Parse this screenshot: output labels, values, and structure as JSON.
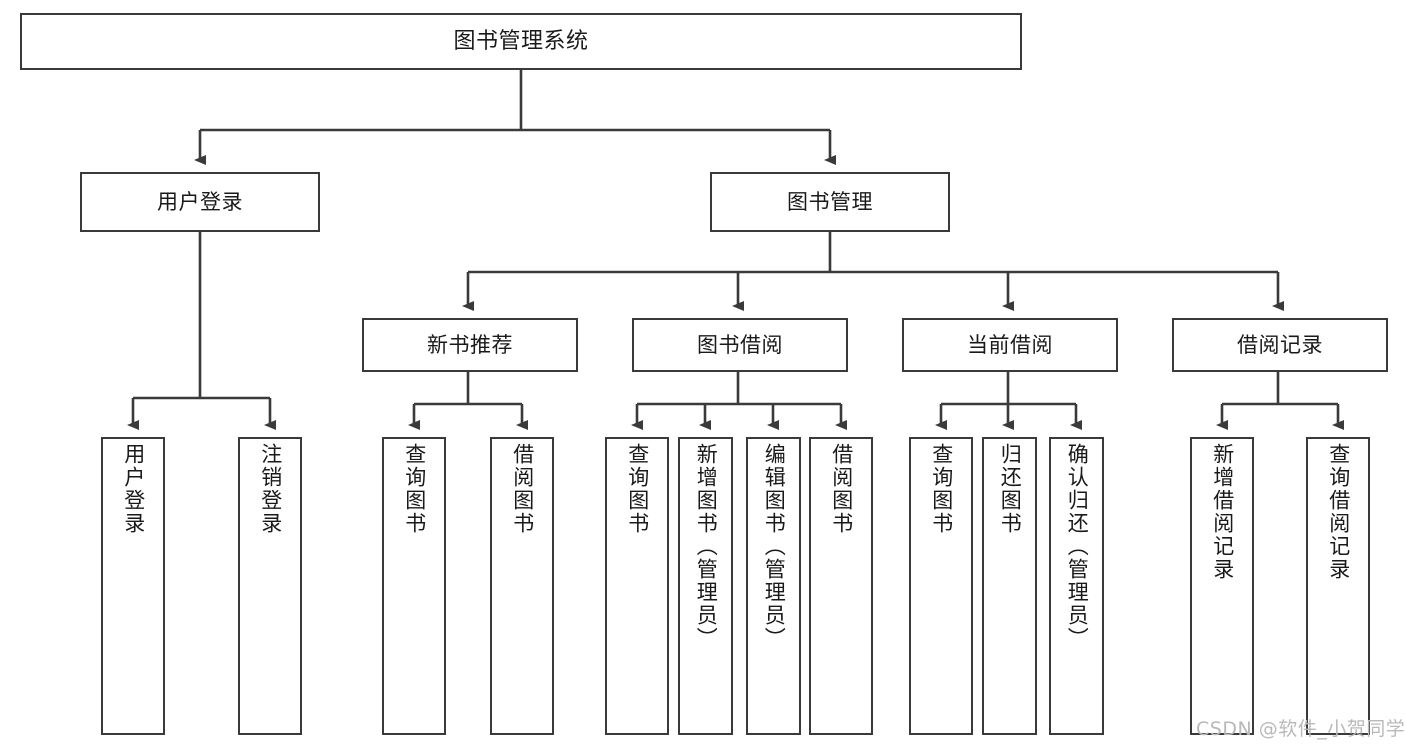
{
  "diagram": {
    "title": "图书管理系统",
    "root": {
      "label": "图书管理系统"
    },
    "level2": [
      {
        "label": "用户登录"
      },
      {
        "label": "图书管理"
      }
    ],
    "level3": [
      {
        "label": "新书推荐"
      },
      {
        "label": "图书借阅"
      },
      {
        "label": "当前借阅"
      },
      {
        "label": "借阅记录"
      }
    ],
    "leaves": [
      {
        "label": "用户登录",
        "parent": "用户登录"
      },
      {
        "label": "注销登录",
        "parent": "用户登录"
      },
      {
        "label": "查询图书",
        "parent": "新书推荐"
      },
      {
        "label": "借阅图书",
        "parent": "新书推荐"
      },
      {
        "label": "查询图书",
        "parent": "图书借阅"
      },
      {
        "label": "新增图书（管理员）",
        "parent": "图书借阅"
      },
      {
        "label": "编辑图书（管理员）",
        "parent": "图书借阅"
      },
      {
        "label": "借阅图书",
        "parent": "图书借阅"
      },
      {
        "label": "查询图书",
        "parent": "当前借阅"
      },
      {
        "label": "归还图书",
        "parent": "当前借阅"
      },
      {
        "label": "确认归还（管理员）",
        "parent": "当前借阅"
      },
      {
        "label": "新增借阅记录",
        "parent": "借阅记录"
      },
      {
        "label": "查询借阅记录",
        "parent": "借阅记录"
      }
    ],
    "watermark": "CSDN @软件_小贺同学",
    "colors": {
      "stroke": "#3a3a3a",
      "fill": "#ffffff",
      "text": "#1a1a1a",
      "watermark": "#b9b9b9"
    }
  },
  "chart_data": {
    "type": "tree",
    "title": "图书管理系统",
    "nodes": [
      {
        "id": "root",
        "label": "图书管理系统",
        "level": 0,
        "parent": null
      },
      {
        "id": "n1",
        "label": "用户登录",
        "level": 1,
        "parent": "root"
      },
      {
        "id": "n2",
        "label": "图书管理",
        "level": 1,
        "parent": "root"
      },
      {
        "id": "n1a",
        "label": "用户登录",
        "level": 2,
        "parent": "n1"
      },
      {
        "id": "n1b",
        "label": "注销登录",
        "level": 2,
        "parent": "n1"
      },
      {
        "id": "n2a",
        "label": "新书推荐",
        "level": 2,
        "parent": "n2"
      },
      {
        "id": "n2b",
        "label": "图书借阅",
        "level": 2,
        "parent": "n2"
      },
      {
        "id": "n2c",
        "label": "当前借阅",
        "level": 2,
        "parent": "n2"
      },
      {
        "id": "n2d",
        "label": "借阅记录",
        "level": 2,
        "parent": "n2"
      },
      {
        "id": "n2a1",
        "label": "查询图书",
        "level": 3,
        "parent": "n2a"
      },
      {
        "id": "n2a2",
        "label": "借阅图书",
        "level": 3,
        "parent": "n2a"
      },
      {
        "id": "n2b1",
        "label": "查询图书",
        "level": 3,
        "parent": "n2b"
      },
      {
        "id": "n2b2",
        "label": "新增图书（管理员）",
        "level": 3,
        "parent": "n2b"
      },
      {
        "id": "n2b3",
        "label": "编辑图书（管理员）",
        "level": 3,
        "parent": "n2b"
      },
      {
        "id": "n2b4",
        "label": "借阅图书",
        "level": 3,
        "parent": "n2b"
      },
      {
        "id": "n2c1",
        "label": "查询图书",
        "level": 3,
        "parent": "n2c"
      },
      {
        "id": "n2c2",
        "label": "归还图书",
        "level": 3,
        "parent": "n2c"
      },
      {
        "id": "n2c3",
        "label": "确认归还（管理员）",
        "level": 3,
        "parent": "n2c"
      },
      {
        "id": "n2d1",
        "label": "新增借阅记录",
        "level": 3,
        "parent": "n2d"
      },
      {
        "id": "n2d2",
        "label": "查询借阅记录",
        "level": 3,
        "parent": "n2d"
      }
    ]
  }
}
